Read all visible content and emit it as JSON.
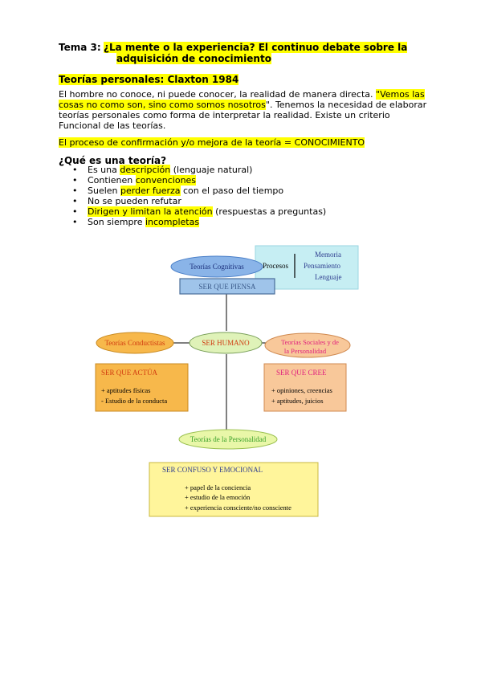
{
  "header": {
    "topic_label": "Tema 3:",
    "title_line1": "¿La mente o la experiencia? El continuo debate sobre la",
    "title_line2": "adquisición de conocimiento"
  },
  "section": {
    "heading": "Teorías personales: Claxton 1984",
    "para_a": "El hombre no conoce, ni puede conocer, la realidad de manera directa. ",
    "para_quote": "\"Vemos las cosas no como son, sino como somos nosotros",
    "para_b": "\". Tenemos la necesidad de elaborar teorías personales como forma de interpretar la realidad. Existe un criterio Funcional de las teorías.",
    "confirmation": "El proceso de confirmación y/o mejora de la teoría = CONOCIMIENTO"
  },
  "question": "¿Qué es una teoría?",
  "bullets": [
    {
      "pre": "Es una ",
      "hl": "descripción",
      "post": " (lenguaje natural)"
    },
    {
      "pre": "Contienen ",
      "hl": "convenciones",
      "post": ""
    },
    {
      "pre": "Suelen ",
      "hl": "perder fuerza",
      "post": " con el paso del tiempo"
    },
    {
      "pre": "No se pueden refutar",
      "hl": "",
      "post": ""
    },
    {
      "pre": "",
      "hl": "Dirigen y limitan la atención",
      "post": " (respuestas a preguntas)"
    },
    {
      "pre": "Son siempre ",
      "hl": "incompletas",
      "post": ""
    }
  ],
  "diagram": {
    "cognitive": "Teorías Cognitivas",
    "processes": "Procesos",
    "memory": "Memoria",
    "thought": "Pensamiento",
    "language": "Lenguaje",
    "thinks": "SER QUE PIENSA",
    "behavioral": "Teorías Conductistas",
    "human": "SER HUMANO",
    "social_l1": "Teorías Sociales y de",
    "social_l2": "la Personalidad",
    "acts": "SER QUE ACTÚA",
    "acts_i1": "+ aptitudes físicas",
    "acts_i2": "- Estudio de la conducta",
    "believes": "SER QUE CREE",
    "believes_i1": "+ opiniones, creencias",
    "believes_i2": "+ aptitudes, juicios",
    "personality": "Teorías de la Personalidad",
    "confused": "SER CONFUSO Y EMOCIONAL",
    "confused_i1": "+ papel de la conciencia",
    "confused_i2": "+ estudio de la emoción",
    "confused_i3": "+ experiencia consciente/no consciente"
  },
  "colors": {
    "highlight": "#ffff00",
    "cognitive_fill": "#8ab4e8",
    "thinks_fill": "#9fc4ea",
    "cyan_box": "#c6eef3",
    "orange_fill": "#f7b84b",
    "orange_text": "#d13a10",
    "peach_fill": "#f8c89a",
    "social_text": "#e0207e",
    "human_fill": "#dff2b8",
    "personality_fill": "#e9f7a8",
    "personality_text": "#3aa02a",
    "confused_fill": "#fff59b",
    "navy_text": "#2e3d8f"
  }
}
